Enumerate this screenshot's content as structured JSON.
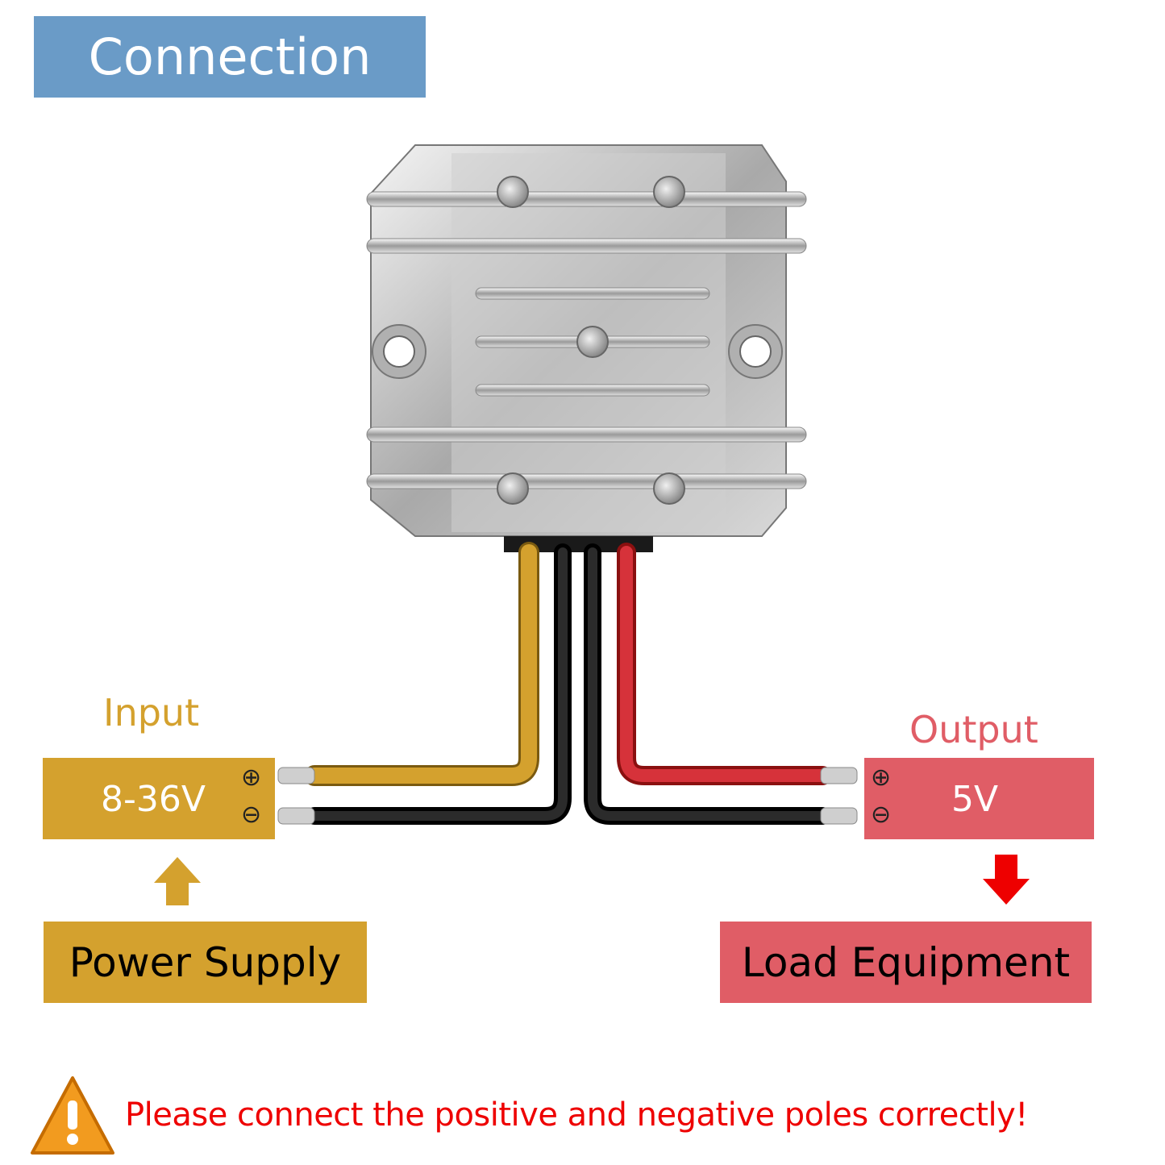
{
  "header": {
    "title": "Connection"
  },
  "input": {
    "label": "Input",
    "voltage": "8-36V",
    "source": "Power Supply"
  },
  "output": {
    "label": "Output",
    "voltage": "5V",
    "target": "Load Equipment"
  },
  "polarity": {
    "plus": "⊕",
    "minus": "⊖"
  },
  "warning": {
    "text": "Please connect the positive and negative poles correctly!"
  },
  "colors": {
    "header": "#6a9bc7",
    "input": "#d4a12e",
    "output": "#e05d66",
    "warning_text": "#ee0000",
    "input_wire": "#d4a12e",
    "output_wire": "#d6323a"
  }
}
